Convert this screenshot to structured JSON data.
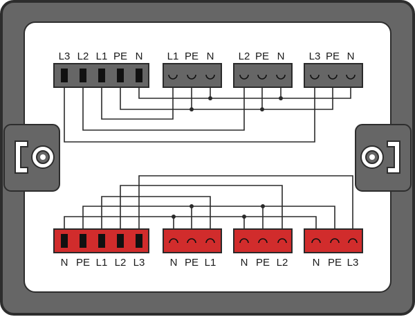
{
  "colors": {
    "housing": "#666666",
    "housing_stroke": "#2d2d2d",
    "panel": "#ffffff",
    "connector_gray": "#666666",
    "connector_red": "#d12c2c",
    "wire": "#2a2a2a"
  },
  "top": {
    "main": {
      "pins": [
        "L3",
        "L2",
        "L1",
        "PE",
        "N"
      ]
    },
    "outlets": [
      {
        "pins": [
          "L1",
          "PE",
          "N"
        ]
      },
      {
        "pins": [
          "L2",
          "PE",
          "N"
        ]
      },
      {
        "pins": [
          "L3",
          "PE",
          "N"
        ]
      }
    ]
  },
  "bottom": {
    "main": {
      "pins": [
        "N",
        "PE",
        "L1",
        "L2",
        "L3"
      ]
    },
    "outlets": [
      {
        "pins": [
          "N",
          "PE",
          "L1"
        ]
      },
      {
        "pins": [
          "N",
          "PE",
          "L2"
        ]
      },
      {
        "pins": [
          "N",
          "PE",
          "L3"
        ]
      }
    ]
  },
  "icons": {
    "left_mount": "screw-mount-icon",
    "right_mount": "screw-mount-icon"
  }
}
